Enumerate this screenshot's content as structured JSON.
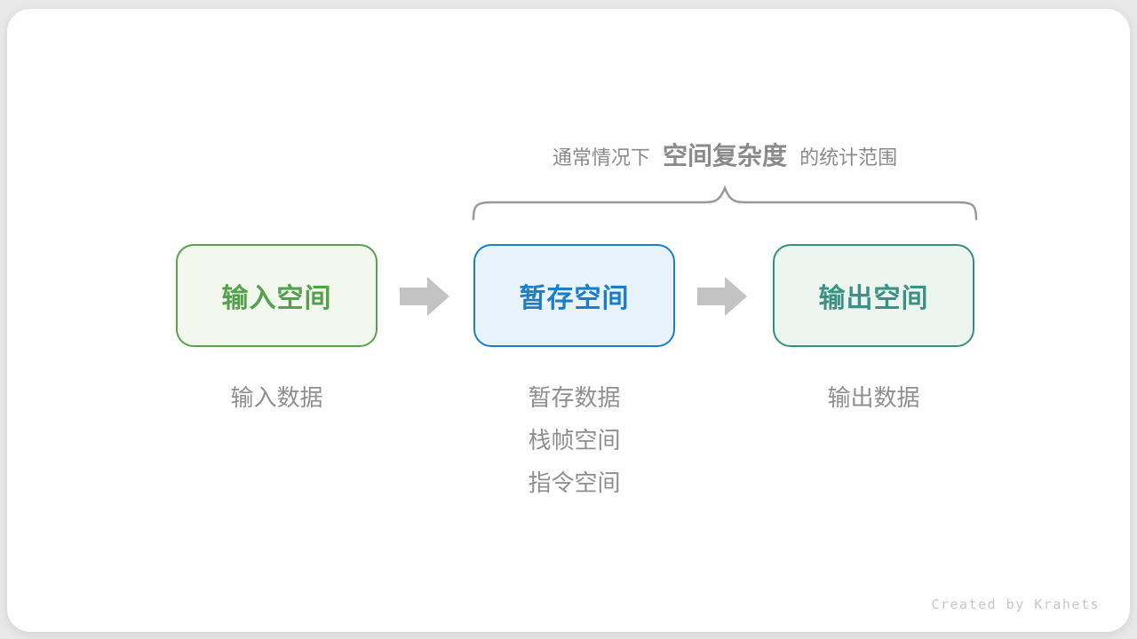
{
  "caption": {
    "prefix": "通常情况下",
    "highlight": "空间复杂度",
    "suffix": "的统计范围"
  },
  "boxes": [
    {
      "id": "input-space",
      "label": "输入空间",
      "text_color": "#55a04e",
      "border_color": "#5ba053",
      "bg_color": "#f2f8ee"
    },
    {
      "id": "temp-space",
      "label": "暂存空间",
      "text_color": "#1b7ec8",
      "border_color": "#1c7fc6",
      "bg_color": "#e9f3fc"
    },
    {
      "id": "output-space",
      "label": "输出空间",
      "text_color": "#3c9183",
      "border_color": "#35907e",
      "bg_color": "#edf5f1"
    }
  ],
  "notes": [
    {
      "box": "input-space",
      "lines": [
        "输入数据"
      ]
    },
    {
      "box": "temp-space",
      "lines": [
        "暂存数据",
        "栈帧空间",
        "指令空间"
      ]
    },
    {
      "box": "output-space",
      "lines": [
        "输出数据"
      ]
    }
  ],
  "icons": {
    "arrow_right": "right-block-arrow",
    "brace": "top-curly-brace"
  },
  "colors": {
    "page_background": "#e9e9e9",
    "card_background": "#ffffff",
    "caption_text": "#8a8a8a",
    "note_text": "#8f8f8f",
    "arrow_fill": "#c3c3c3",
    "brace_stroke": "#999999",
    "credit_text": "#c8c8c8"
  },
  "credit": "Created by Krahets"
}
